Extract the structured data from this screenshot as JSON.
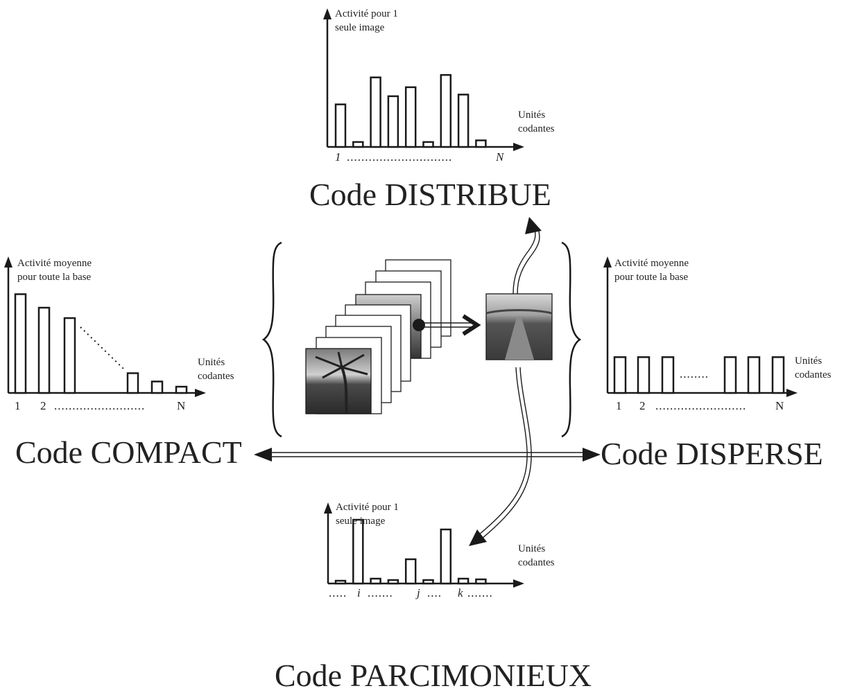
{
  "titles": {
    "distribue": "Code DISTRIBUE",
    "compact": "Code COMPACT",
    "disperse": "Code DISPERSE",
    "parcimonieux": "Code PARCIMONIEUX"
  },
  "labels": {
    "activity_single_l1": "Activité pour 1",
    "activity_single_l2": "seule image",
    "activity_mean_l1": "Activité moyenne",
    "activity_mean_l2": "pour toute la base",
    "units_l1": "Unités",
    "units_l2": "codantes"
  },
  "ticks": {
    "distribue": {
      "first": "1",
      "last": "N"
    },
    "compact": {
      "first": "1",
      "second": "2",
      "last": "N"
    },
    "disperse": {
      "first": "1",
      "second": "2",
      "last": "N"
    },
    "parcimonieux": {
      "i": "i",
      "j": "j",
      "k": "k"
    }
  },
  "bars": {
    "distribue": [
      0.52,
      0.06,
      0.85,
      0.62,
      0.73,
      0.06,
      0.88,
      0.64,
      0.08
    ],
    "compact": [
      0.95,
      0.82,
      0.72,
      0.19,
      0.11,
      0.06
    ],
    "disperse": [
      0.42,
      0.42,
      0.42,
      0.42,
      0.42,
      0.42
    ],
    "parcimonieux": [
      0.04,
      0.92,
      0.07,
      0.05,
      0.35,
      0.05,
      0.78,
      0.07,
      0.06
    ]
  },
  "colors": {
    "ink": "#1a1a1a",
    "background": "#ffffff"
  }
}
